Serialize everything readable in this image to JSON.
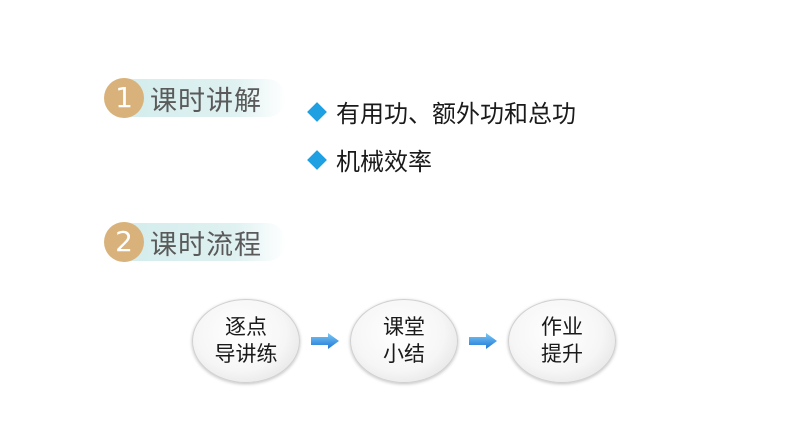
{
  "sections": [
    {
      "number": "1",
      "title": "课时讲解"
    },
    {
      "number": "2",
      "title": "课时流程"
    }
  ],
  "bullets": [
    "有用功、额外功和总功",
    "机械效率"
  ],
  "flow": [
    {
      "line1": "逐点",
      "line2": "导讲练"
    },
    {
      "line1": "课堂",
      "line2": "小结"
    },
    {
      "line1": "作业",
      "line2": "提升"
    }
  ],
  "colors": {
    "number_badge": "#d8b27a",
    "header_pill": "#d3ecec",
    "bullet_diamond": "#1ea0e3",
    "arrow": "#1e90e0"
  }
}
